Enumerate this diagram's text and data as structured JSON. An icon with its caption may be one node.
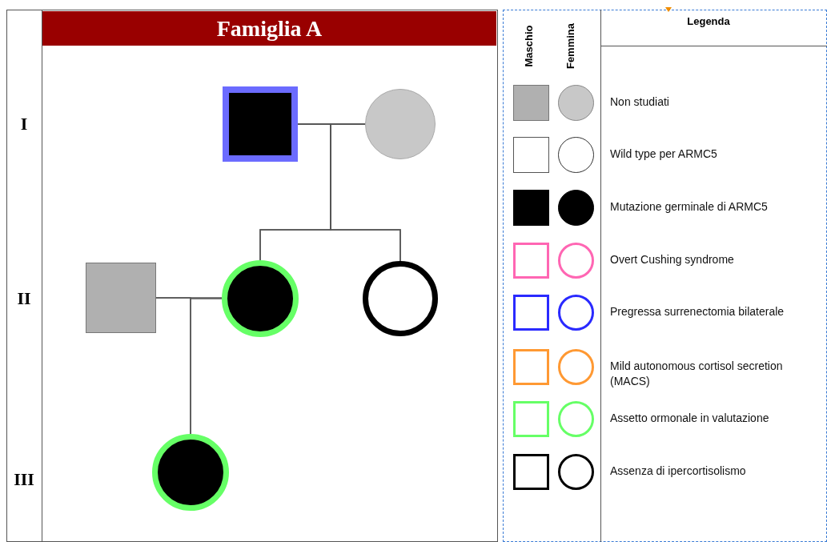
{
  "diagram": {
    "title": "Famiglia A",
    "nodes": [
      {
        "text": [],
        "shape": "box"
      },
      {
        "text": [],
        "shape": "circle"
      },
      {
        "text": [],
        "shape": "box"
      },
      {
        "text": [],
        "shape": "circle"
      },
      {
        "text": [],
        "shape": "circle"
      },
      {
        "text": [],
        "shape": "circle"
      }
    ],
    "edges": [
      {
        "from": 0,
        "to": 1,
        "arrow": "none"
      },
      {
        "from": 0,
        "to": 3,
        "arrow": "none"
      },
      {
        "from": 1,
        "to": 3,
        "arrow": "none"
      },
      {
        "from": 0,
        "to": 4,
        "arrow": "none"
      },
      {
        "from": 1,
        "to": 4,
        "arrow": "none"
      },
      {
        "from": 2,
        "to": 3,
        "arrow": "none"
      },
      {
        "from": 2,
        "to": 5,
        "arrow": "none"
      },
      {
        "from": 3,
        "to": 5,
        "arrow": "none"
      }
    ],
    "labels": [
      "I",
      "II",
      "III",
      "Maschio",
      "Femmina",
      "Legenda"
    ],
    "legend": [
      {
        "text": "Non studiati"
      },
      {
        "text": "Wild type per ARMC5"
      },
      {
        "text": "Mutazione germinale di ARMC5"
      },
      {
        "text": "Overt Cushing syndrome"
      },
      {
        "text": "Pregressa surrenectomia bilaterale"
      },
      {
        "text": "Mild autonomous cortisol secretion (MACS)"
      },
      {
        "text": "Assetto ormonale in valutazione"
      },
      {
        "text": "Assenza di ipercortisolismo"
      }
    ]
  }
}
